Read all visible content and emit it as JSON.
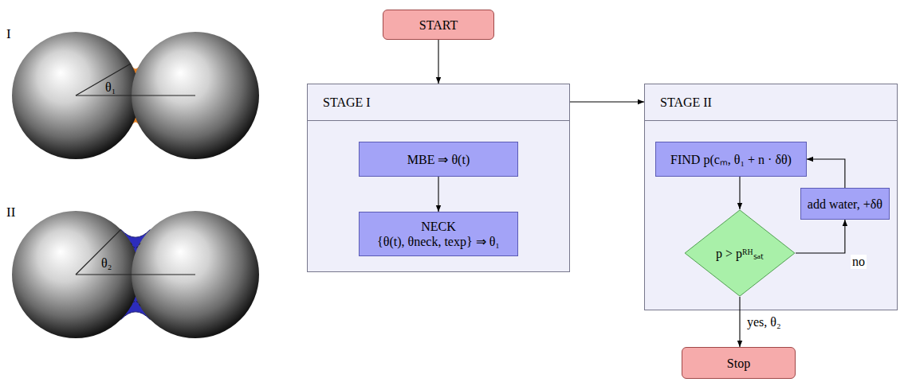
{
  "diagram": {
    "nodes": [
      {
        "text": [
          "START"
        ]
      },
      {
        "text": [
          "STAGE I"
        ]
      },
      {
        "text": [
          "MBE ⇒ θ(t)"
        ],
        "in": 1
      },
      {
        "text": [
          "NECK",
          "{θ(t), θneck, texp} ⇒ θ₁"
        ],
        "in": 1
      },
      {
        "text": [
          "STAGE II"
        ]
      },
      {
        "text": [
          "FIND p(cₘ, θ₁ + n · δθ)"
        ],
        "in": 4
      },
      {
        "text": [
          "p > pᴿᴴₛₐₜ"
        ],
        "in": 4
      },
      {
        "text": [
          "add water, +δθ"
        ],
        "in": 4
      },
      {
        "text": [
          "Stop"
        ]
      }
    ],
    "edges": [
      {
        "from": 0,
        "to": 1,
        "arrow": "to"
      },
      {
        "from": 1,
        "to": 4,
        "arrow": "to"
      },
      {
        "from": 2,
        "to": 3,
        "arrow": "to"
      },
      {
        "from": 5,
        "to": 6,
        "arrow": "to"
      },
      {
        "from": 6,
        "to": 7,
        "label": "no",
        "arrow": "to"
      },
      {
        "from": 7,
        "to": 5,
        "arrow": "to"
      },
      {
        "from": 6,
        "to": 8,
        "label": "yes, θ₂",
        "arrow": "to"
      }
    ],
    "labels": [
      "I",
      "II",
      "θ₁",
      "θ₂"
    ]
  }
}
